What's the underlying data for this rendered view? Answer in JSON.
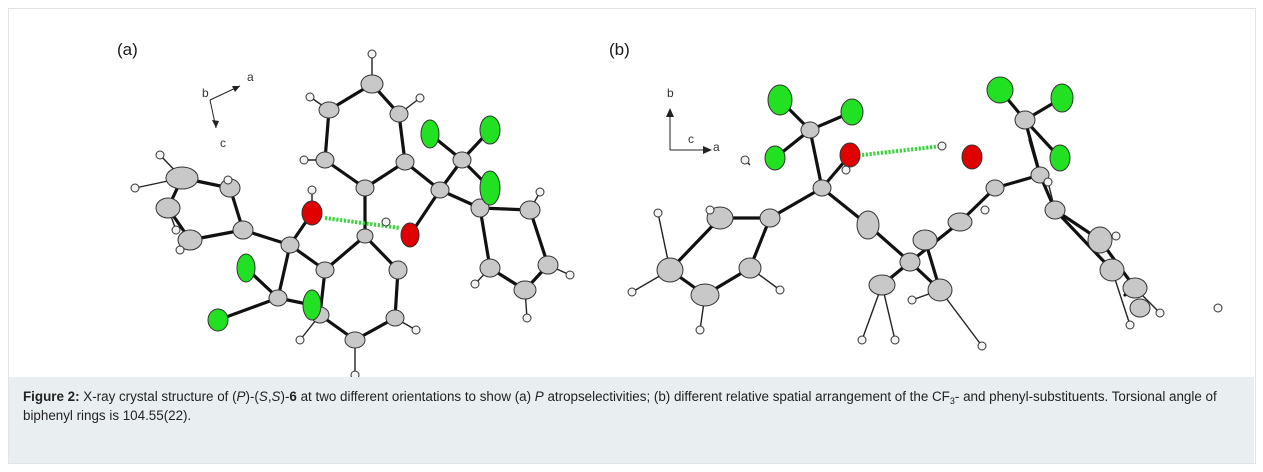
{
  "figure": {
    "panel_a_label": "(a)",
    "panel_b_label": "(b)",
    "axes_a": {
      "a": "a",
      "b": "b",
      "c": "c"
    },
    "axes_b": {
      "b": "b",
      "c": "c",
      "a": "a"
    }
  },
  "caption": {
    "label": "Figure 2:",
    "text_1": " X-ray crystal structure of (",
    "P": "P",
    "text_2": ")-(",
    "S1": "S",
    "comma": ",",
    "S2": "S",
    "text_3": ")-",
    "compound": "6",
    "text_4": " at two different orientations to show (a) ",
    "P2": "P",
    "text_5": " atropselectivities; (b) different relative spatial arrangement of the CF",
    "sub3": "3",
    "text_6": "- and phenyl-substituents. Torsional angle of biphenyl rings is 104.55(22)."
  },
  "colors": {
    "carbon": "#c8c8c8",
    "oxygen": "#e00000",
    "fluorine": "#22e022",
    "hydrogen": "#f2f2f2",
    "bond": "#111111",
    "hbond": "#3cd23c",
    "caption_bg": "#e9eef0"
  }
}
